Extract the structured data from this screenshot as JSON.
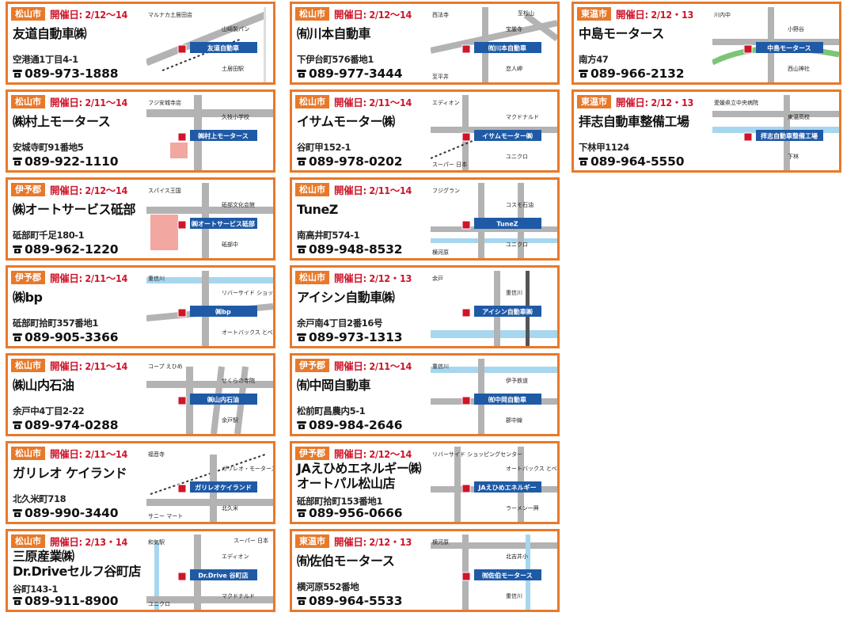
{
  "colors": {
    "accent": "#e8792a",
    "date": "#d0142a",
    "road": "#b3b3b3",
    "river": "#a7d6ef",
    "park": "#7cc576",
    "label_bg": "#1f5aa6",
    "school": "#f2a7a0"
  },
  "icons": [
    "phone-icon",
    "map-marker-icon",
    "traffic-light-icon",
    "route-11-icon",
    "route-33-icon"
  ],
  "dealers": [
    {
      "area": "松山市",
      "date": "開催日: 2/12〜14",
      "name": "友道自動車㈱",
      "address": "空港通1丁目4-1",
      "phone": "089-973-1888",
      "map": {
        "labels": [
          "マルナカ土居田店",
          "山崎製パン",
          "土居田駅"
        ],
        "shop": "友道自動車"
      }
    },
    {
      "area": "松山市",
      "date": "開催日: 2/11〜14",
      "name": "㈱村上モータース",
      "address": "安城寺町91番地5",
      "phone": "089-922-1110",
      "map": {
        "labels": [
          "フジ安城寺店",
          "久枝小学校"
        ],
        "shop": "㈱村上モータース"
      }
    },
    {
      "area": "伊予郡",
      "date": "開催日: 2/12〜14",
      "name": "㈱オートサービス砥部",
      "address": "砥部町千足180-1",
      "phone": "089-962-1220",
      "map": {
        "labels": [
          "スパイス王国",
          "砥部文化会館",
          "砥部中"
        ],
        "shop": "㈱オートサービス砥部"
      }
    },
    {
      "area": "伊予郡",
      "date": "開催日: 2/11〜14",
      "name": "㈱bp",
      "address": "砥部町拾町357番地1",
      "phone": "089-905-3366",
      "map": {
        "labels": [
          "重信川",
          "リバーサイド ショッピングセンター",
          "オートバックス とべ店"
        ],
        "shop": "㈱bp"
      }
    },
    {
      "area": "松山市",
      "date": "開催日: 2/11〜14",
      "name": "㈱山内石油",
      "address": "余戸中4丁目2-22",
      "phone": "089-974-0288",
      "map": {
        "labels": [
          "コープ えひめ",
          "せくらの寺院",
          "余戸駅"
        ],
        "shop": "㈱山内石油"
      }
    },
    {
      "area": "松山市",
      "date": "開催日: 2/11〜14",
      "name": "ガリレオ ケイランド",
      "address": "北久米町718",
      "phone": "089-990-3440",
      "map": {
        "labels": [
          "福音寺",
          "ガリレオ・モーターズ",
          "北久米",
          "サニー マート"
        ],
        "shop": "ガリレオケイランド"
      }
    },
    {
      "area": "松山市",
      "date": "開催日: 2/13・14",
      "name": "三原産業㈱",
      "name2": "Dr.Driveセルフ谷町店",
      "address": "谷町143-1",
      "phone": "089-911-8900",
      "map": {
        "labels": [
          "和気駅",
          "エディオン",
          "マクドナルド",
          "ユニクロ",
          "スーパー 日本"
        ],
        "shop": "Dr.Drive 谷町店"
      }
    },
    {
      "area": "松山市",
      "date": "開催日: 2/12〜14",
      "name": "㈲川本自動車",
      "address": "下伊台町576番地1",
      "phone": "089-977-3444",
      "map": {
        "labels": [
          "西法寺",
          "宝厳寺",
          "恋人岬",
          "至平井",
          "至松山"
        ],
        "shop": "㈲川本自動車"
      }
    },
    {
      "area": "松山市",
      "date": "開催日: 2/11〜14",
      "name": "イサムモーター㈱",
      "address": "谷町甲152-1",
      "phone": "089-978-0202",
      "map": {
        "labels": [
          "エディオン",
          "マクドナルド",
          "ユニクロ",
          "スーパー 日本"
        ],
        "shop": "イサムモーター㈱"
      }
    },
    {
      "area": "松山市",
      "date": "開催日: 2/11〜14",
      "name": "TuneZ",
      "address": "南高井町574-1",
      "phone": "089-948-8532",
      "map": {
        "labels": [
          "フジグラン",
          "コスモ石油",
          "ユニクロ",
          "横河原"
        ],
        "shop": "TuneZ"
      }
    },
    {
      "area": "松山市",
      "date": "開催日: 2/12・13",
      "name": "アイシン自動車㈱",
      "address": "余戸南4丁目2番16号",
      "phone": "089-973-1313",
      "map": {
        "labels": [
          "余戸",
          "重信川"
        ],
        "shop": "アイシン自動車㈱"
      }
    },
    {
      "area": "伊予郡",
      "date": "開催日: 2/11〜14",
      "name": "㈲中岡自動車",
      "address": "松前町昌農内5-1",
      "phone": "089-984-2646",
      "map": {
        "labels": [
          "重信川",
          "伊予鉄道",
          "郡中線"
        ],
        "shop": "㈲中岡自動車"
      }
    },
    {
      "area": "伊予郡",
      "date": "開催日: 2/12〜14",
      "name": "JAえひめエネルギー㈱",
      "name2": "オートパル松山店",
      "address": "砥部町拾町153番地1",
      "phone": "089-956-0666",
      "map": {
        "labels": [
          "リバーサイド ショッピングセンター",
          "オートバックス とべ",
          "ラーメン一興"
        ],
        "shop": "JAえひめエネルギー"
      }
    },
    {
      "area": "東温市",
      "date": "開催日: 2/12・13",
      "name": "㈲佐伯モータース",
      "address": "横河原552番地",
      "phone": "089-964-5533",
      "map": {
        "labels": [
          "横河原",
          "北吉井小",
          "重信川"
        ],
        "shop": "㈲佐伯モータース"
      }
    },
    {
      "area": "東温市",
      "date": "開催日: 2/12・13",
      "name": "中島モータース",
      "address": "南方47",
      "phone": "089-966-2132",
      "map": {
        "labels": [
          "川内中",
          "小野谷",
          "西山神社"
        ],
        "shop": "中島モータース"
      }
    },
    {
      "area": "東温市",
      "date": "開催日: 2/12・13",
      "name": "拝志自動車整備工場",
      "address": "下林甲1124",
      "phone": "089-964-5550",
      "map": {
        "labels": [
          "愛媛県立中央病院",
          "東温高校",
          "下林"
        ],
        "shop": "拝志自動車整備工場"
      }
    }
  ]
}
